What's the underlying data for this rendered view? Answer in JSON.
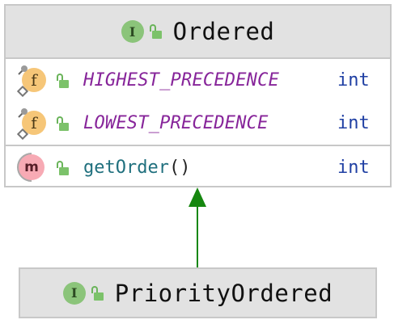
{
  "ordered": {
    "title": "Ordered",
    "header_icon": "interface-icon",
    "fields": [
      {
        "name": "HIGHEST_PRECEDENCE",
        "type": "int",
        "icon": "field-icon"
      },
      {
        "name": "LOWEST_PRECEDENCE",
        "type": "int",
        "icon": "field-icon"
      }
    ],
    "methods": [
      {
        "name": "getOrder",
        "params": "()",
        "type": "int",
        "icon": "method-icon"
      }
    ]
  },
  "priority_ordered": {
    "title": "PriorityOrdered",
    "header_icon": "interface-icon"
  },
  "relation": {
    "type": "extends",
    "from": "PriorityOrdered",
    "to": "Ordered",
    "color": "#16870f"
  },
  "colors": {
    "header_bg": "#e2e2e2",
    "border": "#c8c8c8",
    "interface_badge": "#8bc47a",
    "field_badge": "#f6c678",
    "method_badge": "#f7aab4",
    "lock": "#6ab45a",
    "field_name": "#87259a",
    "method_name": "#20707e",
    "type": "#1f3fa3"
  }
}
